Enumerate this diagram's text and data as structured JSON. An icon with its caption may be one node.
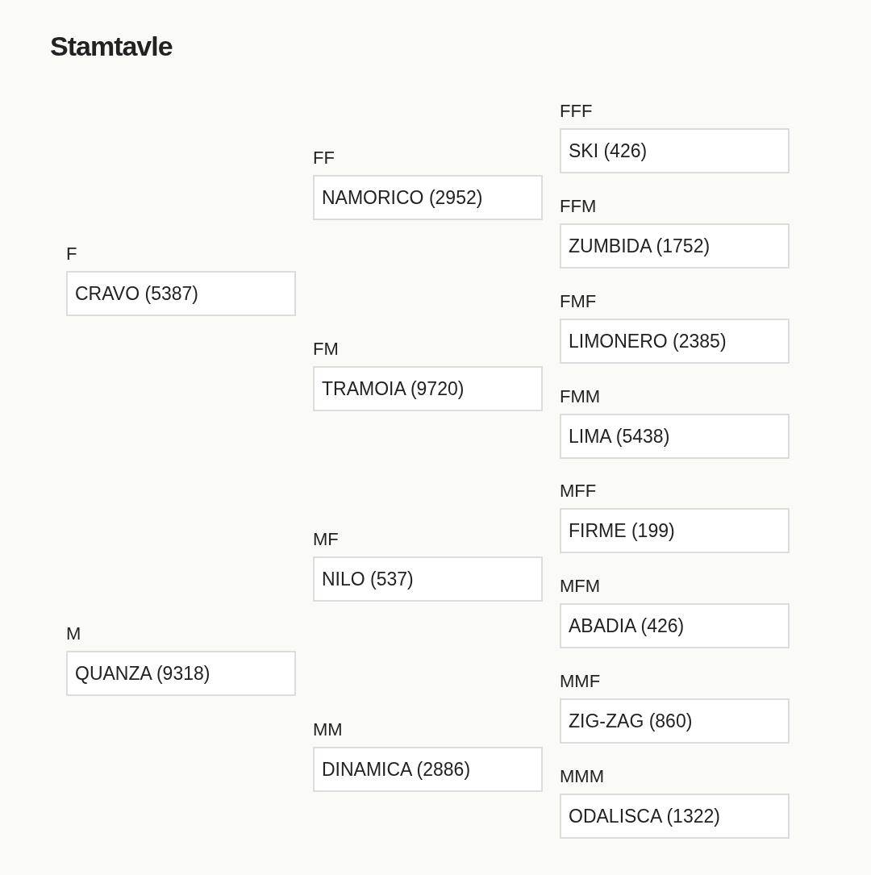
{
  "diagram": {
    "title": "Stamtavle",
    "nodes": [
      {
        "text": [
          "F",
          "CRAVO (5387)"
        ]
      },
      {
        "text": [
          "M",
          "QUANZA (9318)"
        ]
      },
      {
        "text": [
          "FF",
          "NAMORICO (2952)"
        ]
      },
      {
        "text": [
          "FM",
          "TRAMOIA (9720)"
        ]
      },
      {
        "text": [
          "MF",
          "NILO (537)"
        ]
      },
      {
        "text": [
          "MM",
          "DINAMICA (2886)"
        ]
      },
      {
        "text": [
          "FFF",
          "SKI (426)"
        ]
      },
      {
        "text": [
          "FFM",
          "ZUMBIDA (1752)"
        ]
      },
      {
        "text": [
          "FMF",
          "LIMONERO (2385)"
        ]
      },
      {
        "text": [
          "FMM",
          "LIMA (5438)"
        ]
      },
      {
        "text": [
          "MFF",
          "FIRME (199)"
        ]
      },
      {
        "text": [
          "MFM",
          "ABADIA (426)"
        ]
      },
      {
        "text": [
          "MMF",
          "ZIG-ZAG (860)"
        ]
      },
      {
        "text": [
          "MMM",
          "ODALISCA (1322)"
        ]
      }
    ],
    "edges": []
  }
}
